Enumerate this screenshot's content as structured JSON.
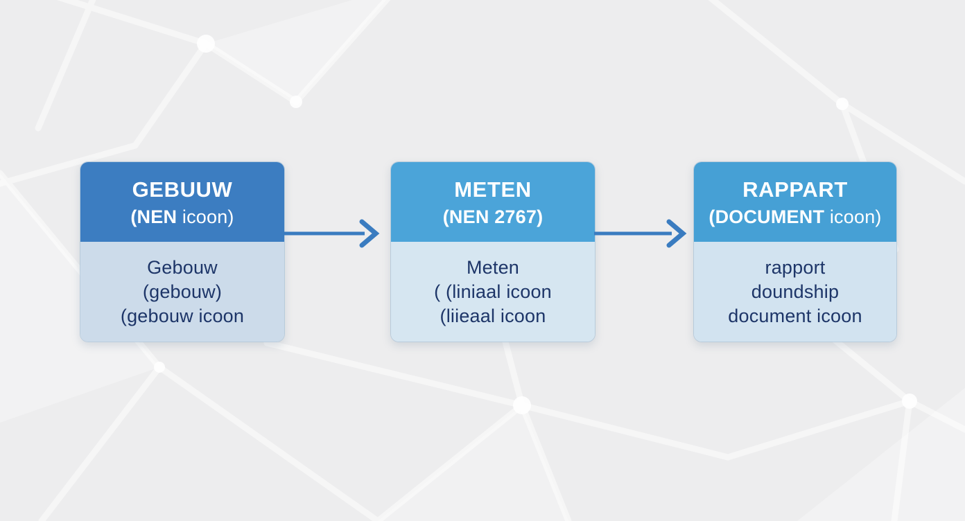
{
  "page": {
    "background_base": "#ededee",
    "mesh_color": "#ffffff"
  },
  "flow": {
    "arrow_color": "#3a7cc0",
    "boxes": [
      {
        "name": "gebouw",
        "header": {
          "title": "GEBUUW",
          "subtitle_bold": "(NEN",
          "subtitle_rest": " icoon)",
          "bg": "#3c7dc1",
          "text_color": "#ffffff"
        },
        "body": {
          "lines": [
            "Gebouw",
            "(gebouw)",
            "(gebouw icoon"
          ],
          "bg": "#ccdbea",
          "text_color": "#1d3568"
        }
      },
      {
        "name": "meten",
        "header": {
          "title": "METEN",
          "subtitle_bold": "(NEN 2767)",
          "subtitle_rest": "",
          "bg": "#4ba4d9",
          "text_color": "#ffffff"
        },
        "body": {
          "lines": [
            "Meten",
            "( (liniaal icoon",
            "(liieaal icoon"
          ],
          "bg": "#d6e6f1",
          "text_color": "#1d3568"
        }
      },
      {
        "name": "rapport",
        "header": {
          "title": "RAPPART",
          "subtitle_bold": "(DOCUMENT",
          "subtitle_rest": " icoon)",
          "bg": "#46a0d5",
          "text_color": "#ffffff"
        },
        "body": {
          "lines": [
            "rapport",
            "doundship",
            "document icoon"
          ],
          "bg": "#d2e3f0",
          "text_color": "#1d3568"
        }
      }
    ]
  }
}
